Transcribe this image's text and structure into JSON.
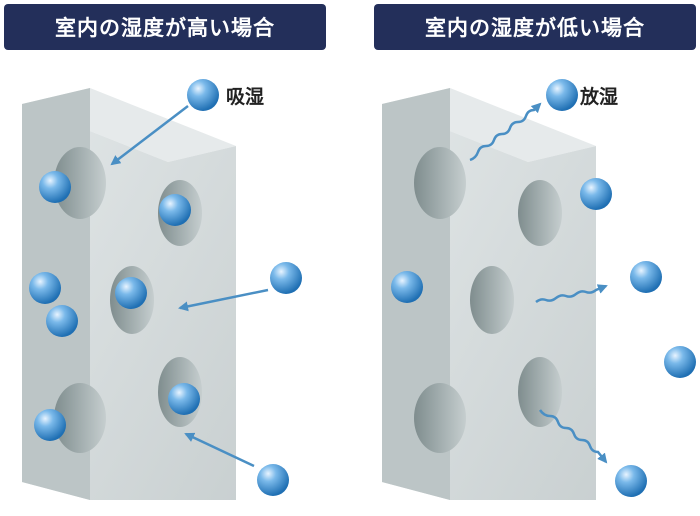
{
  "titles": {
    "high_humidity": "室内の湿度が高い場合",
    "low_humidity": "室内の湿度が低い場合"
  },
  "labels": {
    "absorb": "吸湿",
    "release": "放湿"
  },
  "colors": {
    "title_bg": "#232f5a",
    "title_text": "#ffffff",
    "block_front": "#d6dcdd",
    "block_side": "#bec6c7",
    "block_top": "#e4e9ea",
    "arrow": "#4a8fc4",
    "molecule": "#3b8fd0"
  }
}
